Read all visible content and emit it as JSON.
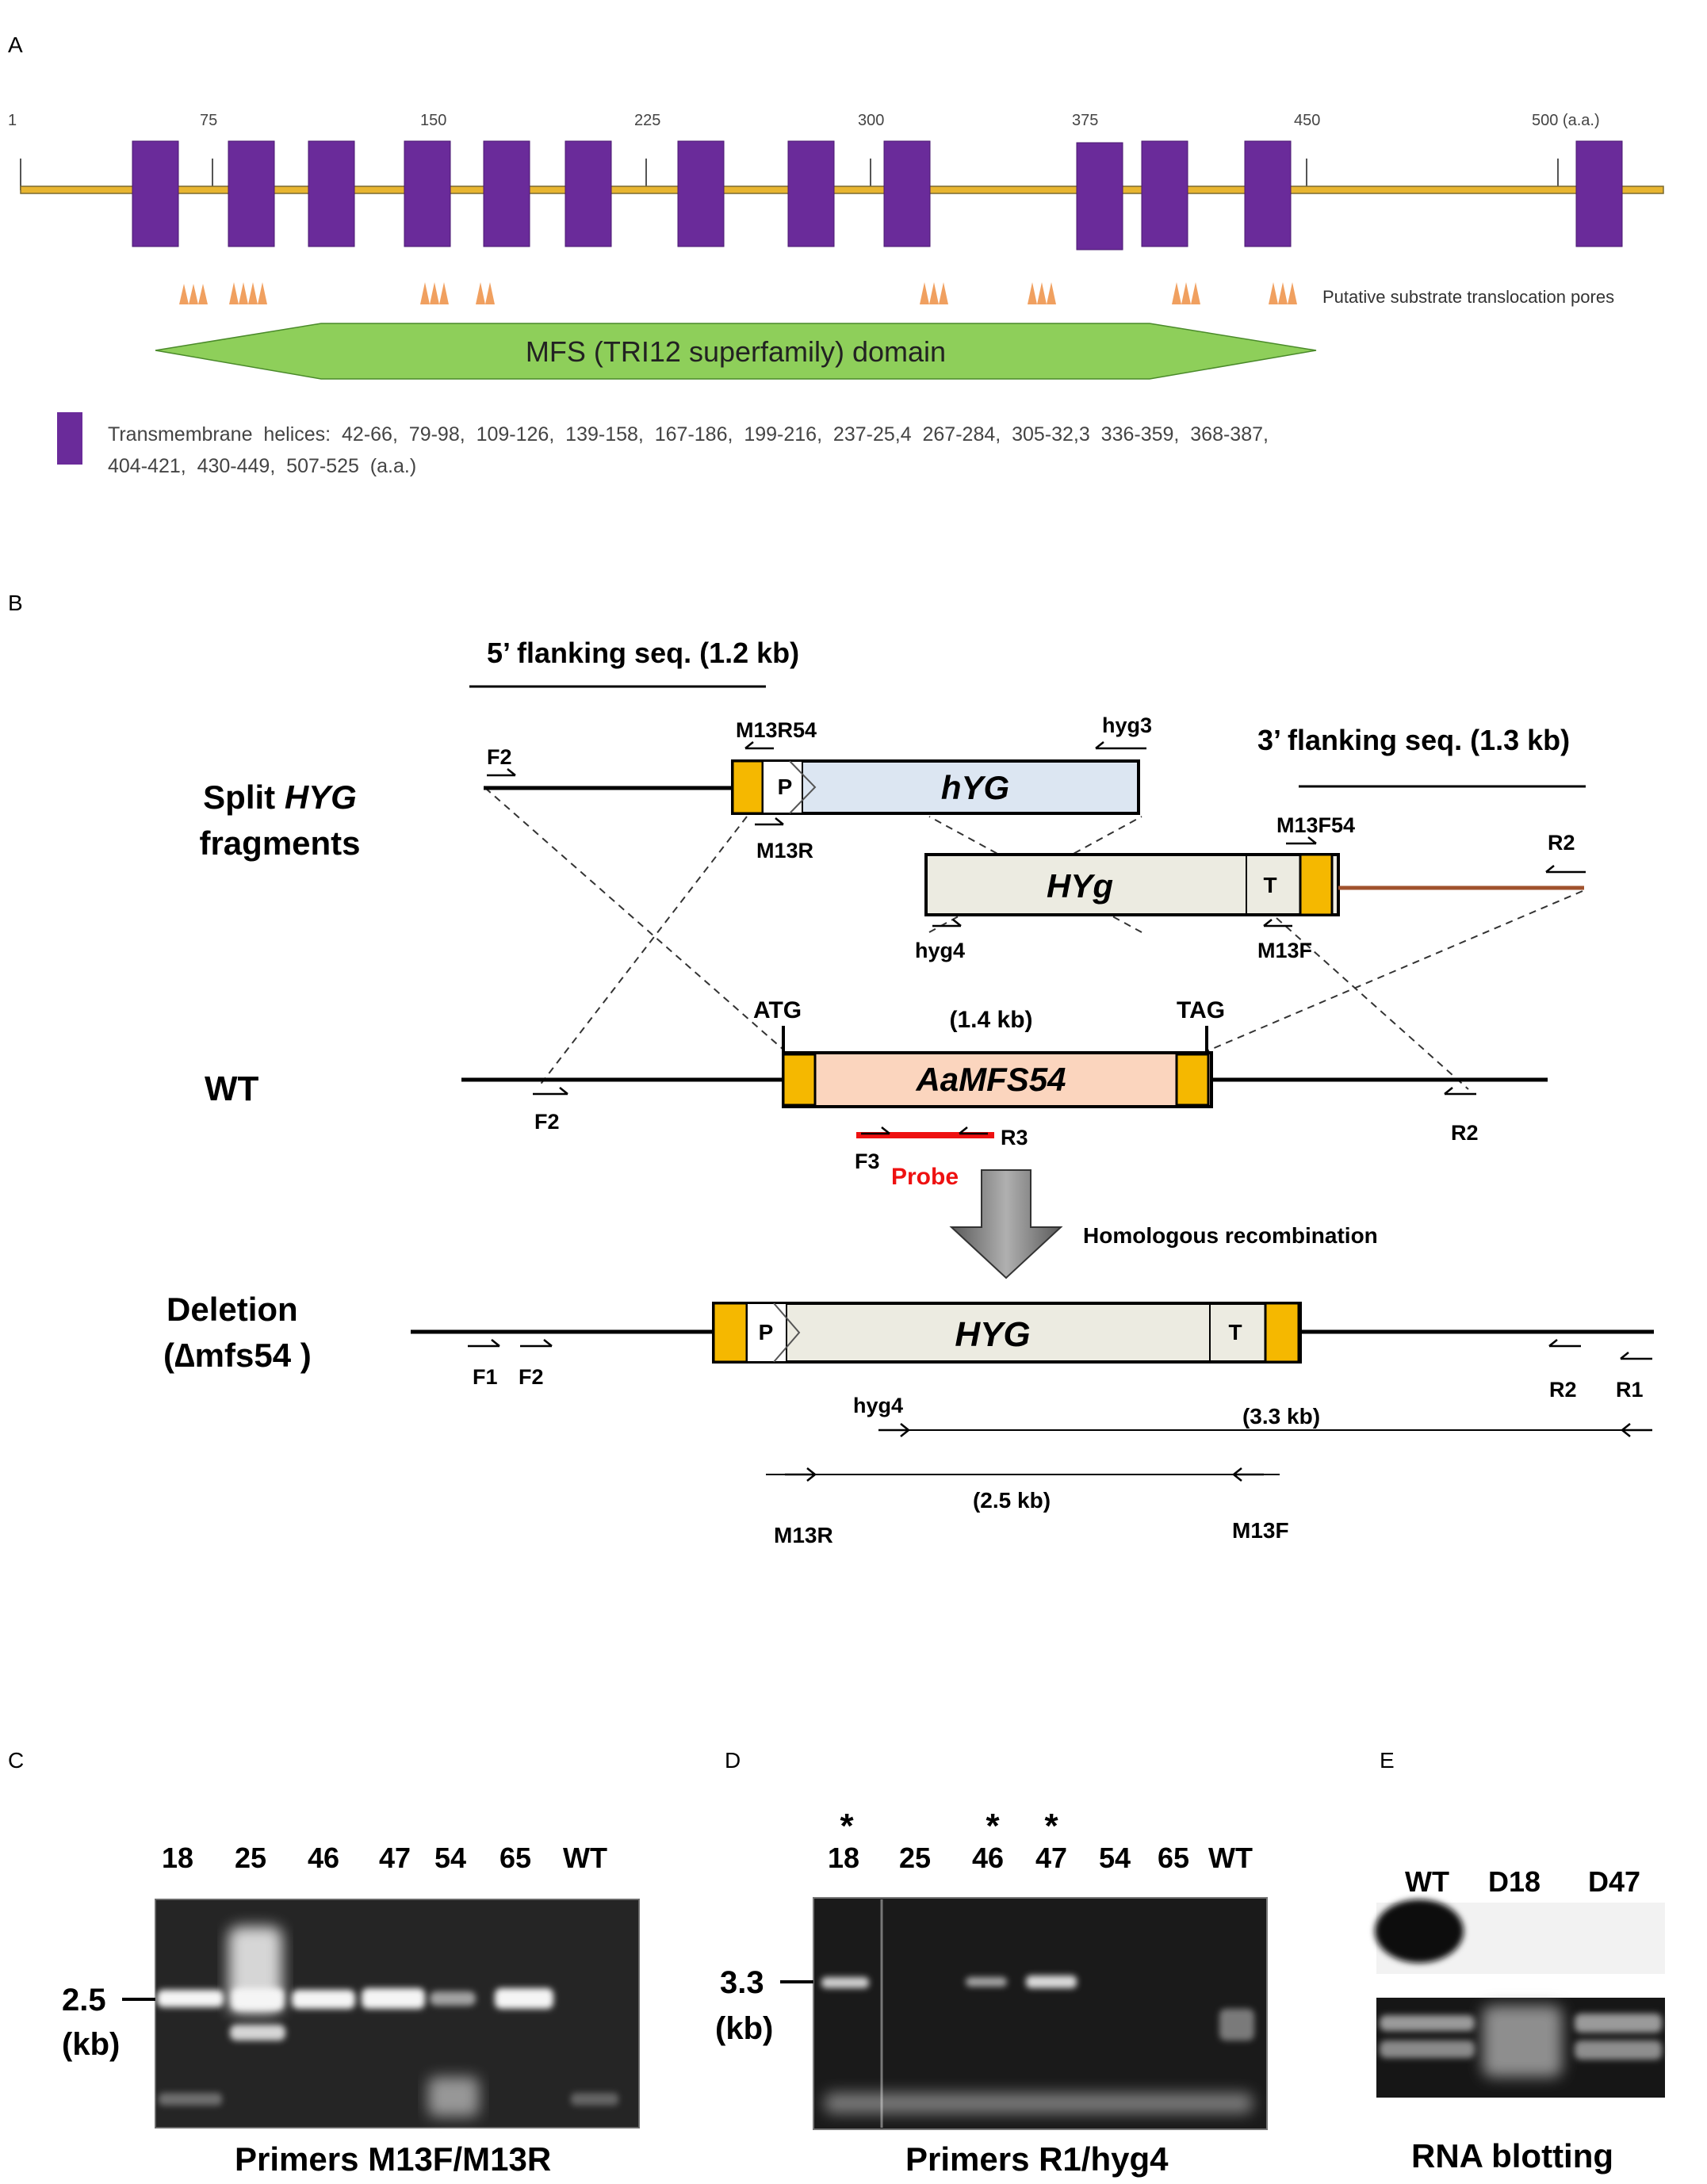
{
  "panels": {
    "a": {
      "letter": "A",
      "ticks": [
        "1",
        "75",
        "150",
        "225",
        "300",
        "375",
        "450",
        "500 (a.a.)"
      ],
      "pores_label": "Putative  substrate translocation pores",
      "domain_label": "MFS (TRI12 superfamily) domain",
      "legend_line1": "Transmembrane  helices:  42-66,  79-98,  109-126,  139-158,  167-186,  199-216,  237-25,4  267-284,  305-32,3  336-359,  368-387,",
      "legend_line2": "404-421,  430-449,  507-525  (a.a.)",
      "colors": {
        "backbone": "#e8b530",
        "helix": "#6a2b9a",
        "pore": "#f0a060",
        "domain": "#8ecf5a"
      }
    },
    "b": {
      "letter": "B",
      "flank5": "5’ flanking seq. (1.2 kb)",
      "flank3": "3’ flanking seq. (1.3 kb)",
      "split_line1_pre": "Split ",
      "split_line1_em": "HYG",
      "split_line2": "fragments",
      "wt": "WT",
      "deletion_line1": "Deletion",
      "deletion_line2": "(∆mfs54 )",
      "genes": {
        "hyg_left": "hYG",
        "hyg_right": "HYg",
        "target": "AaMFS54",
        "hyg_full": "HYG",
        "promoter": "P",
        "terminator": "T"
      },
      "primers": {
        "f1": "F1",
        "f2": "F2",
        "f3": "F3",
        "r1": "R1",
        "r2": "R2",
        "r3": "R3",
        "m13r54": "M13R54",
        "m13r": "M13R",
        "m13f54": "M13F54",
        "m13f": "M13F",
        "hyg3": "hyg3",
        "hyg4": "hyg4"
      },
      "atg": "ATG",
      "tag": "TAG",
      "gene_size": "(1.4 kb)",
      "probe": "Probe",
      "homologous": "Homologous recombination",
      "amplicon_33": "(3.3 kb)",
      "amplicon_25": "(2.5 kb)",
      "colors": {
        "hyg_left": "#dce6f2",
        "hyg_right": "#ecebe1",
        "target": "#fbd5be",
        "flank_mark": "#f5b800",
        "brown": "#a0522d",
        "probe": "#ee1111"
      }
    },
    "c": {
      "letter": "C",
      "lanes": [
        "18",
        "25",
        "46",
        "47",
        "54",
        "65",
        "WT"
      ],
      "size_value": "2.5",
      "size_unit": "(kb)",
      "caption": "Primers M13F/M13R"
    },
    "d": {
      "letter": "D",
      "lanes": [
        "18",
        "25",
        "46",
        "47",
        "54",
        "65",
        "WT"
      ],
      "stars": [
        "*",
        "*",
        "*"
      ],
      "size_value": "3.3",
      "size_unit": "(kb)",
      "caption": "Primers R1/hyg4"
    },
    "e": {
      "letter": "E",
      "lanes": [
        "WT",
        "D18",
        "D47"
      ],
      "caption": "RNA blotting"
    }
  }
}
